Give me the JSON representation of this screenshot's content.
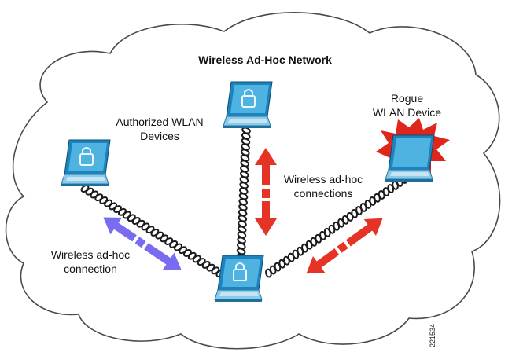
{
  "title": "Wireless Ad-Hoc Network",
  "labels": {
    "authorized_line1": "Authorized WLAN",
    "authorized_line2": "Devices",
    "rogue_line1": "Rogue",
    "rogue_line2": "WLAN Device",
    "connections_line1": "Wireless ad-hoc",
    "connections_line2": "connections",
    "connection_line1": "Wireless ad-hoc",
    "connection_line2": "connection"
  },
  "figure_id": "221534",
  "colors": {
    "cloud_outline": "#4a4a4a",
    "laptop_screen": "#3aa3d6",
    "laptop_body": "#8ccbe8",
    "arrow_authorized": "#7a6cf0",
    "arrow_rogue": "#e53426",
    "rogue_burst": "#e0261b"
  },
  "icons": [
    "lock-icon",
    "laptop-icon",
    "starburst-icon",
    "double-arrow-icon",
    "coil-link-icon"
  ]
}
